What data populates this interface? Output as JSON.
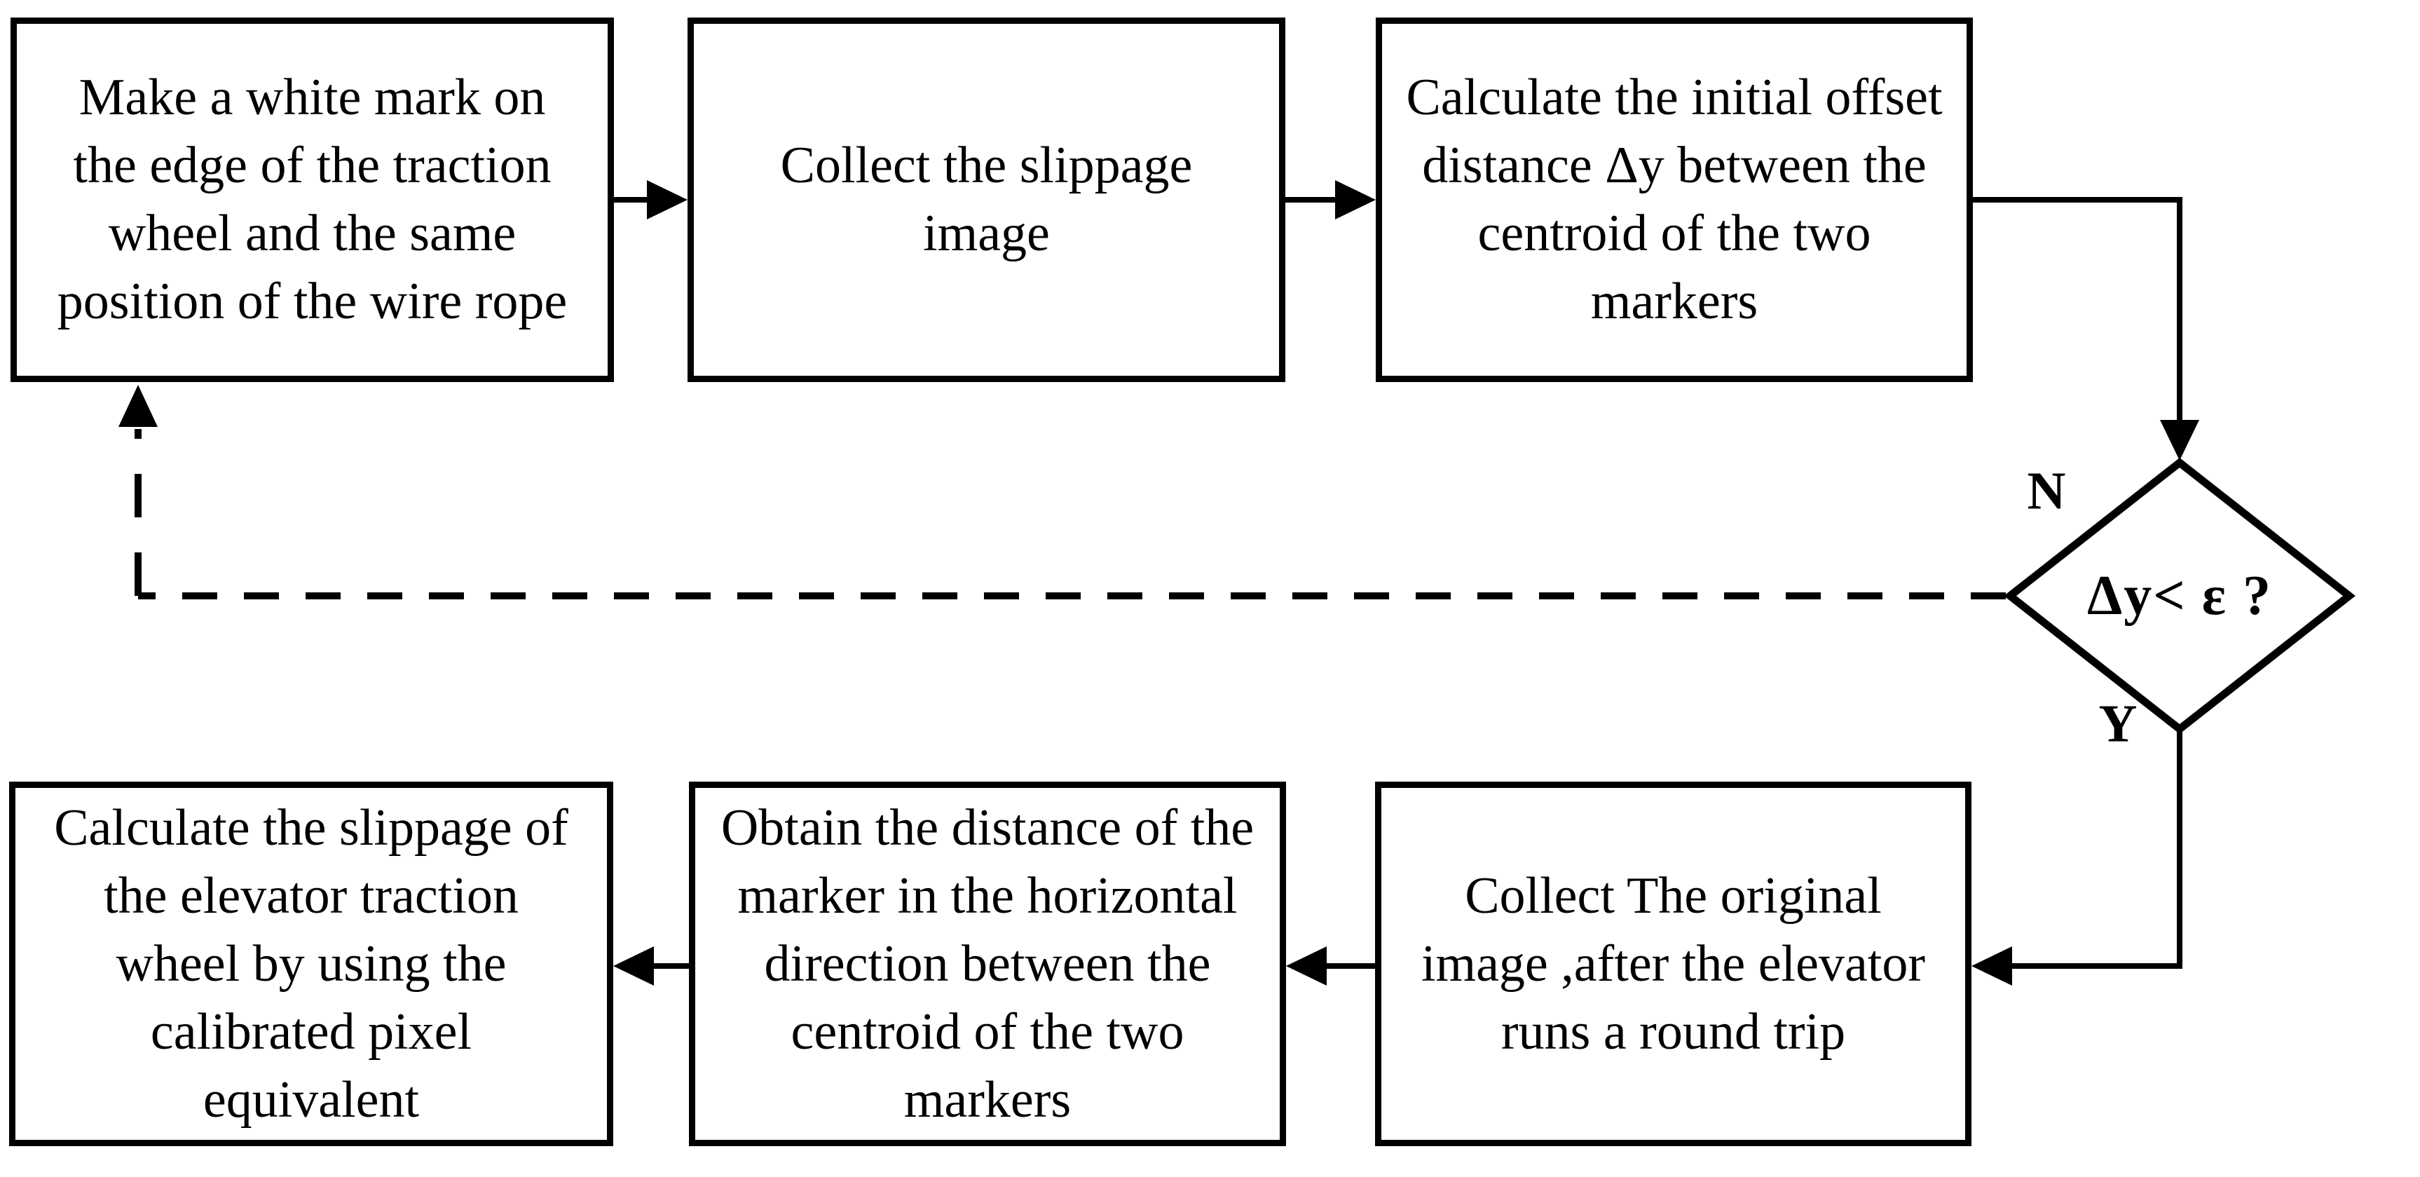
{
  "diagram": {
    "title": "Elevator traction wheel slippage measurement flowchart",
    "colors": {
      "background": "#ffffff",
      "stroke": "#000000",
      "text": "#000000"
    },
    "boxes": [
      {
        "id": "make-white-mark",
        "label": "Make a white mark on\nthe edge of the traction\nwheel and the same\nposition of the wire rope"
      },
      {
        "id": "collect-slippage-image",
        "label": "Collect the slippage\nimage"
      },
      {
        "id": "calculate-initial-offset",
        "label": "Calculate the initial offset\ndistance Δy between the\ncentroid of the two\nmarkers"
      },
      {
        "id": "calculate-slippage",
        "label": "Calculate the slippage of\nthe elevator traction\nwheel by using the\ncalibrated pixel\nequivalent"
      },
      {
        "id": "obtain-horizontal-distance",
        "label": "Obtain the distance of the\nmarker in the  horizontal\ndirection between the\ncentroid of the two\nmarkers"
      },
      {
        "id": "collect-original-image",
        "label": "Collect The original\nimage ,after the elevator\nruns a round trip"
      }
    ],
    "decision": {
      "id": "offset-threshold-check",
      "label": "Δy< ε ?"
    },
    "branch_labels": {
      "no": "N",
      "yes": "Y"
    }
  }
}
